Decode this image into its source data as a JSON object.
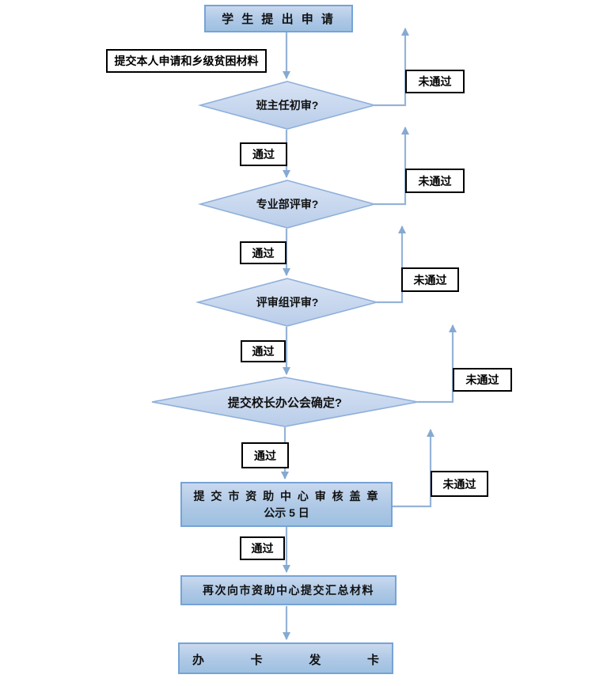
{
  "flowchart": {
    "nodes": {
      "start": "学 生 提 出 申 请",
      "attachment_note": "提交本人申请和乡级贫困材料",
      "decision_1": "班主任初审?",
      "decision_2": "专业部评审?",
      "decision_3": "评审组评审?",
      "decision_4": "提交校长办公会确定?",
      "audit_line1": "提 交 市 资 助 中 心 审 核 盖 章",
      "audit_line2": "公示 5 日",
      "resubmit": "再次向市资助中心提交汇总材料",
      "final": "办 卡 发 卡"
    },
    "edge_labels": {
      "pass": "通过",
      "fail": "未通过"
    },
    "colors": {
      "node_fill_top": "#c9d9ee",
      "node_fill_bottom": "#9ec0e0",
      "node_border": "#76a3d6",
      "diamond_fill_top": "#d8e3f4",
      "diamond_fill_bottom": "#b9cde9",
      "diamond_border": "#8fb0da",
      "connector": "#95b3d7",
      "label_border": "#000000",
      "label_fill": "#ffffff"
    }
  }
}
